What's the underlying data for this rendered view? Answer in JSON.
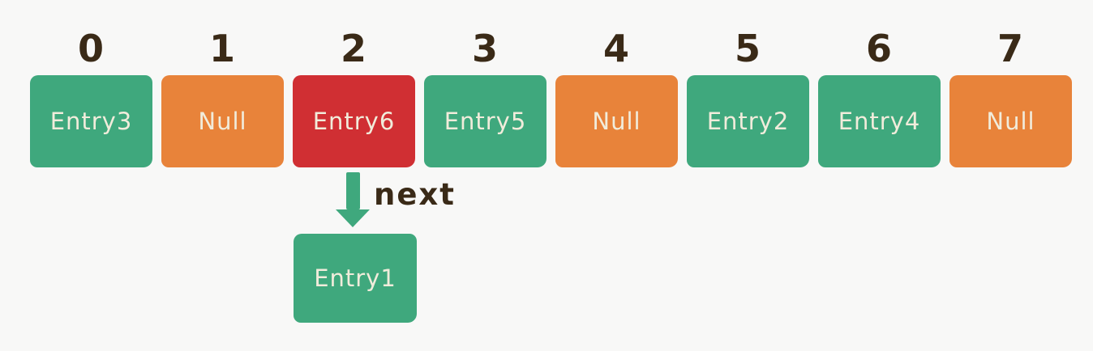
{
  "diagram": {
    "slots": [
      {
        "index": "0",
        "label": "Entry3",
        "color": "green"
      },
      {
        "index": "1",
        "label": "Null",
        "color": "orange"
      },
      {
        "index": "2",
        "label": "Entry6",
        "color": "red"
      },
      {
        "index": "3",
        "label": "Entry5",
        "color": "green"
      },
      {
        "index": "4",
        "label": "Null",
        "color": "orange"
      },
      {
        "index": "5",
        "label": "Entry2",
        "color": "green"
      },
      {
        "index": "6",
        "label": "Entry4",
        "color": "green"
      },
      {
        "index": "7",
        "label": "Null",
        "color": "orange"
      }
    ],
    "arrow": {
      "label": "next",
      "from_slot_index": "2",
      "icon": "arrow-down-icon"
    },
    "chained_node": {
      "label": "Entry1",
      "color": "green"
    },
    "colors": {
      "green": "#3fa87d",
      "orange": "#e8833a",
      "red": "#d02f33",
      "text": "#f1ecdb",
      "ink": "#3a2a17",
      "background": "#f8f8f7"
    }
  }
}
